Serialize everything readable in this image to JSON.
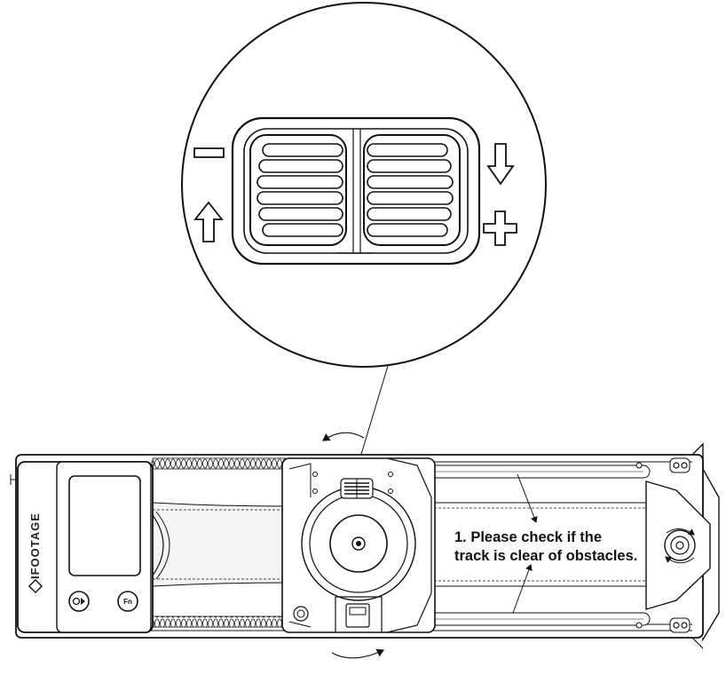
{
  "callout": {
    "line1": "1. Please check if the",
    "line2": "track is clear of obstacles."
  },
  "device": {
    "brand": "IFOOTAGE",
    "fn_button_label": "Fn"
  },
  "zoom_legend": {
    "minus_symbol": "—",
    "plus_symbol": "+"
  },
  "colors": {
    "stroke": "#111111",
    "fill_light": "#f4f4f4",
    "background": "#ffffff"
  },
  "icons": [
    "arrow-up-icon",
    "arrow-down-icon",
    "minus-icon",
    "plus-icon",
    "power-play-icon",
    "rotation-arrow-icon",
    "brand-logo-icon"
  ]
}
